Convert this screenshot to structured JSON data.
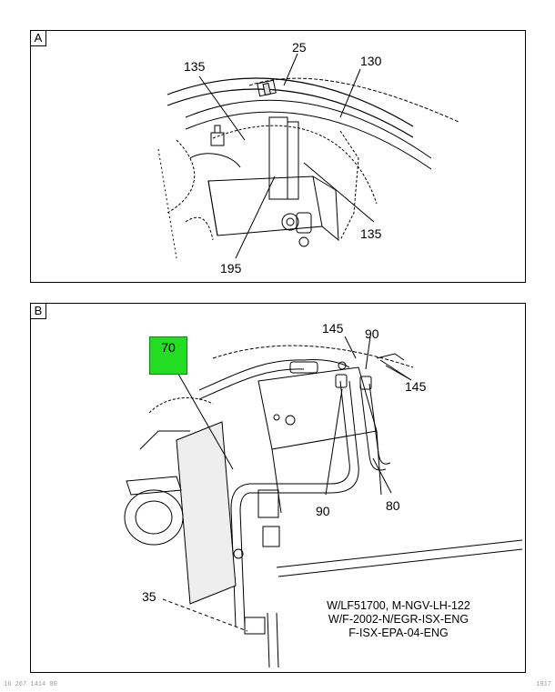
{
  "panels": {
    "a": {
      "tag": "A",
      "callouts": [
        "135",
        "25",
        "130",
        "135",
        "195"
      ]
    },
    "b": {
      "tag": "B",
      "callouts": [
        "145",
        "90",
        "145",
        "90",
        "80",
        "35"
      ],
      "hotspot_label": "70",
      "note_lines": [
        "W/LF51700, M-NGV-LH-122",
        "W/F-2002-N/EGR-ISX-ENG",
        "F-ISX-EPA-04-ENG"
      ]
    }
  },
  "footer": {
    "left": "16 267 1414 00",
    "right": "1917"
  },
  "colors": {
    "hotspot": "#22dd22"
  }
}
